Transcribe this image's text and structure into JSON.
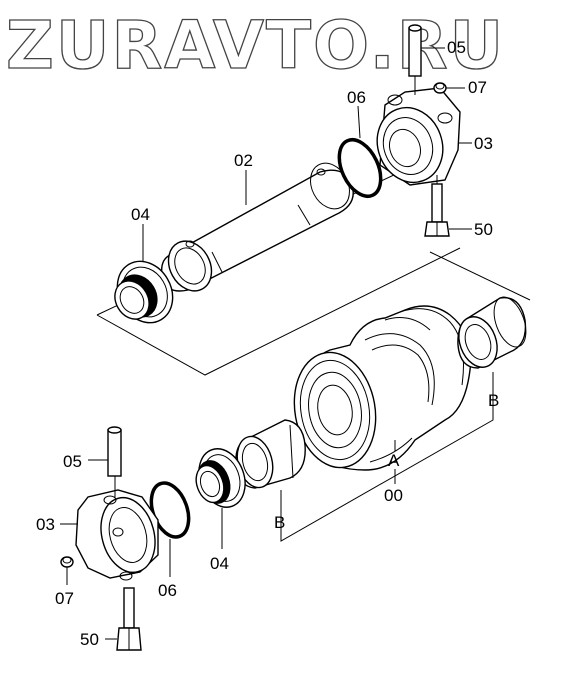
{
  "watermark": "ZURAVTO.RU",
  "labels": {
    "pin_top": "05",
    "plug_top": "07",
    "oring_top": "06",
    "shaft": "02",
    "collar_top": "03",
    "seal_left": "04",
    "bolt_top": "50",
    "bushing_right": "B",
    "roller": "A",
    "assembly": "00",
    "pin_bottom": "05",
    "collar_bottom": "03",
    "bushing_left": "B",
    "plug_bottom": "07",
    "oring_bottom": "06",
    "seal_bottom": "04",
    "bolt_bottom": "50"
  }
}
